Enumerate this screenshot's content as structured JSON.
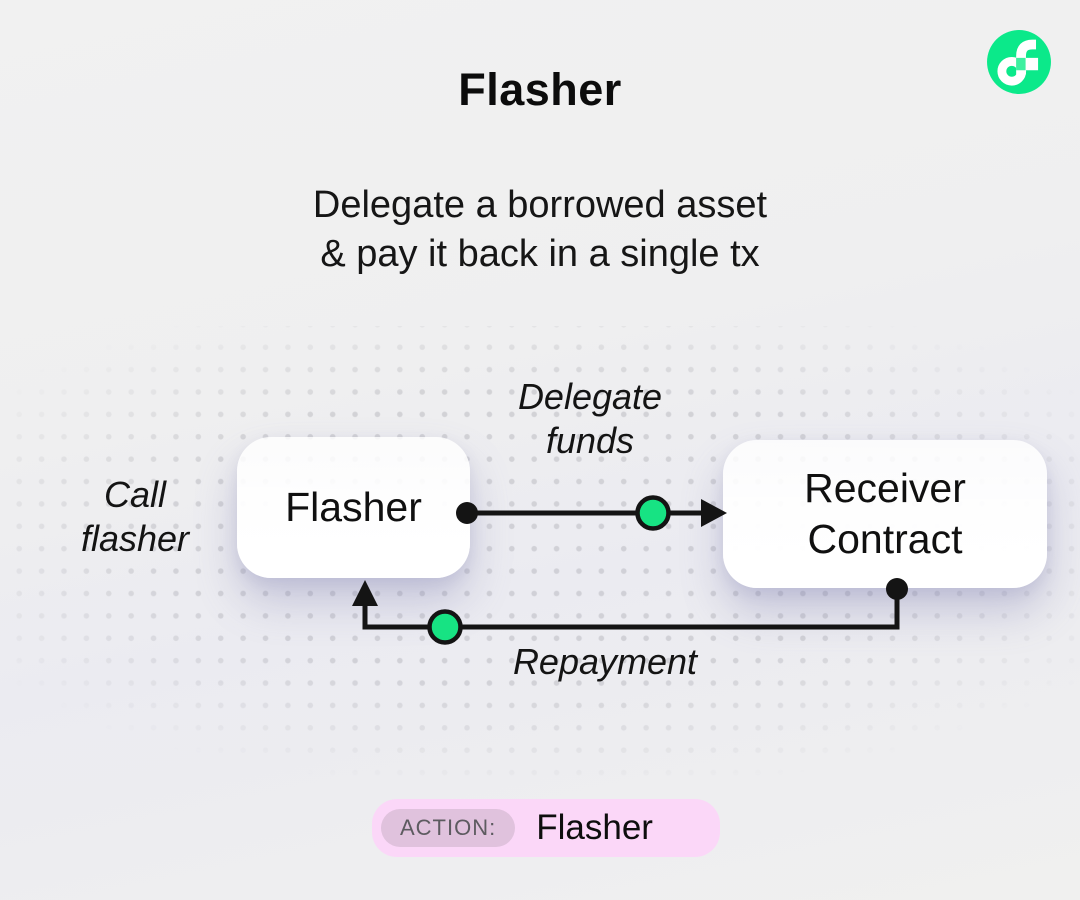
{
  "header": {
    "title": "Flasher",
    "subtitle_line1": "Delegate a borrowed asset",
    "subtitle_line2": "& pay it back in a single tx"
  },
  "logo": {
    "icon": "flow-logo-icon",
    "circle_color": "#0BE98A",
    "glyph_color": "#FFFFFF",
    "notch_color": "#3EF0A0"
  },
  "diagram": {
    "nodes": {
      "flasher": {
        "label": "Flasher"
      },
      "receiver": {
        "line1": "Receiver",
        "line2": "Contract"
      }
    },
    "labels": {
      "call_line1": "Call",
      "call_line2": "flasher",
      "delegate_line1": "Delegate",
      "delegate_line2": "funds",
      "repayment": "Repayment"
    },
    "colors": {
      "wire": "#141414",
      "token_green": "#17E383"
    }
  },
  "footer": {
    "action_label": "ACTION:",
    "action_value": "Flasher",
    "badge_bg": "#FBD7F8",
    "chip_bg": "#E0C2DD"
  }
}
